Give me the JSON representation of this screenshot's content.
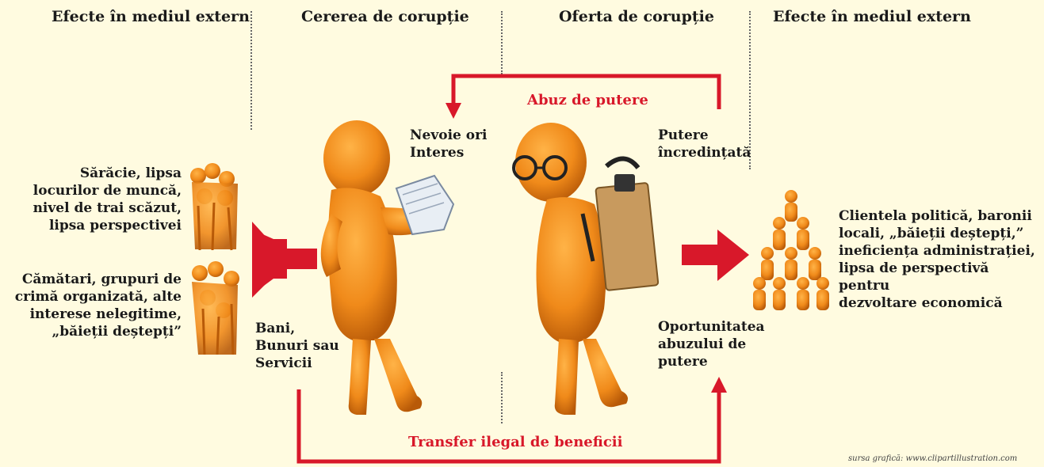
{
  "headers": {
    "left_effects": "Efecte în mediul extern",
    "demand": "Cererea de corupție",
    "offer": "Oferta de corupție",
    "right_effects": "Efecte în mediul extern"
  },
  "flows": {
    "top_arrow": "Abuz de putere",
    "bottom_arrow": "Transfer ilegal de beneficii"
  },
  "demand_side": {
    "need": [
      "Nevoie ori",
      "Interes"
    ],
    "means": [
      "Bani,",
      "Bunuri sau",
      "Servicii"
    ]
  },
  "offer_side": {
    "power": [
      "Putere",
      "încredințată"
    ],
    "opportunity": [
      "Oportunitatea",
      "abuzului de",
      "putere"
    ]
  },
  "left_effects": {
    "poverty": [
      "Sărăcie, lipsa",
      "locurilor de muncă,",
      "nivel de trai scăzut,",
      "lipsa perspectivei"
    ],
    "crime": [
      "Cămătari, grupuri de",
      "crimă organizată, alte",
      "interese nelegitime,",
      "„băieții deștepți”"
    ]
  },
  "right_effects": {
    "clientelism": [
      "Clientela politică, baronii",
      "locali, „băieții deștepți,”",
      "ineficiența administrației,",
      "lipsa de perspectivă pentru",
      "dezvoltare economică"
    ]
  },
  "source": "sursa grafică: www.clipartillustration.com",
  "colors": {
    "accent_red": "#d8182a",
    "figure_orange": "#f08a1a",
    "background": "#fffbe0"
  }
}
